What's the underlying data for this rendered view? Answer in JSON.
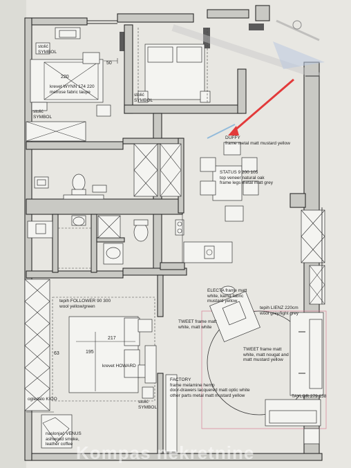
{
  "colors": {
    "paper": "#e6e5e0",
    "wall": "#c9c9c4",
    "line": "#2a2a2a",
    "accent_red": "#e23a3a",
    "accent_blue": "#6fa9d8",
    "rug_pink": "#d98a9e"
  },
  "labels": {
    "stolic_symbol_1": "stolić\nSYMBOL",
    "krevet_wynn": "krevet WYNN 174 220\nmelrose fabric taupe",
    "dim_220": "220",
    "dim_50": "50",
    "stolic_symbol_2": "stolić\nSYMBOL",
    "stolic_symbol_3": "stolić\nSYMBOL",
    "duffy": "DUFFY\nframe metal matt mustard yellow",
    "status": "STATUS 9 200 105\ntop veneer natural oak\nframe legs metal matt grey",
    "electa": "ELECTA frame matt\nwhite, kama fabric\nmustard yellow",
    "teplih_lienz": "tepih LIENZ 220cm\nwool grey/light grey",
    "teplih_follower": "tepih FOLLOWER 90 300\nwool yellow/green",
    "tweet_1": "TWEET frame matt\nwhite, matt white",
    "tweet_2": "TWEET frame matt\nwhite, matt nougat and\nmatt mustard yellow",
    "dim_217": "217",
    "dim_195": "195",
    "krevet_howard": "krevet HOWARD",
    "dim_63": "63",
    "factory": "FACTORY\nframe melamine hemp\ndoor-drawers lacquered matt optic white\nother parts metal matt mustard yellow",
    "taylor": "TAYLOR 279 158",
    "ogledalo": "ogledalo KIOO",
    "stolic_symbol_4": "stolić\nSYMBOL",
    "naslonjac": "naslonjač VENUS\nashwood smoke,\nleather coffee"
  },
  "watermark": "Kompas nekretnine"
}
